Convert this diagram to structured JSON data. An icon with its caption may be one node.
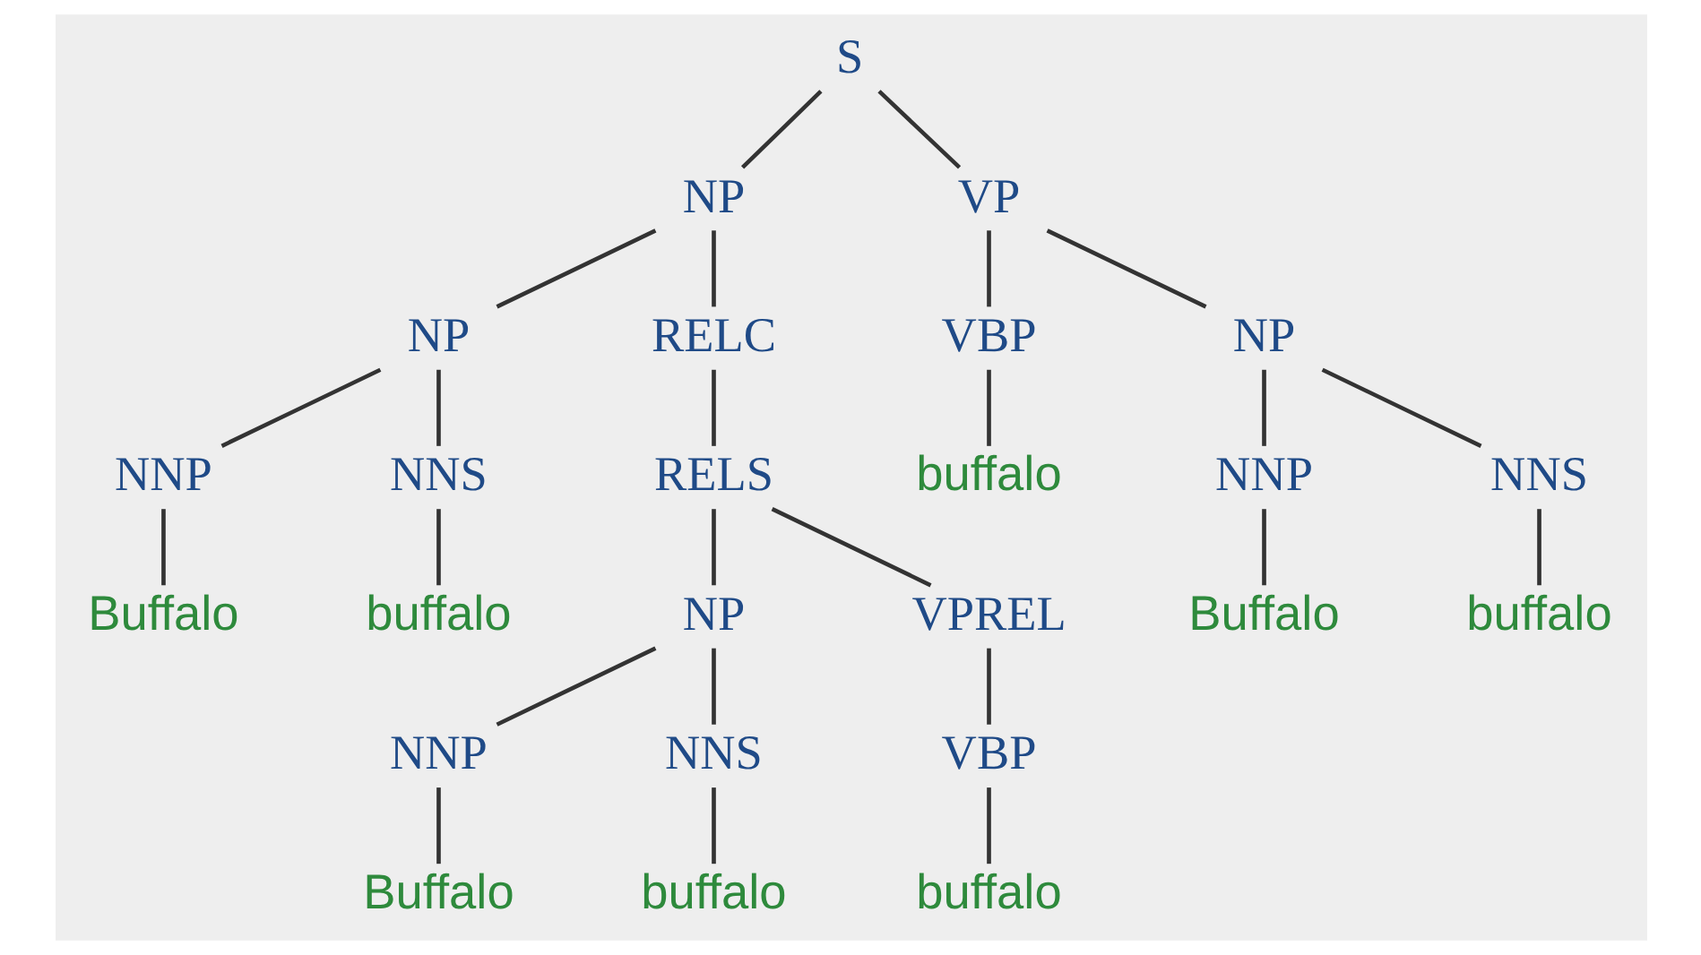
{
  "diagram": {
    "nodes": [
      {
        "text": [
          "S"
        ]
      },
      {
        "text": [
          "NP"
        ]
      },
      {
        "text": [
          "VP"
        ]
      },
      {
        "text": [
          "NP"
        ]
      },
      {
        "text": [
          "RELC"
        ]
      },
      {
        "text": [
          "VBP"
        ]
      },
      {
        "text": [
          "NP"
        ]
      },
      {
        "text": [
          "NNP"
        ]
      },
      {
        "text": [
          "NNS"
        ]
      },
      {
        "text": [
          "RELS"
        ]
      },
      {
        "text": [
          "buffalo"
        ]
      },
      {
        "text": [
          "NNP"
        ]
      },
      {
        "text": [
          "NNS"
        ]
      },
      {
        "text": [
          "Buffalo"
        ]
      },
      {
        "text": [
          "buffalo"
        ]
      },
      {
        "text": [
          "NP"
        ]
      },
      {
        "text": [
          "VPREL"
        ]
      },
      {
        "text": [
          "Buffalo"
        ]
      },
      {
        "text": [
          "buffalo"
        ]
      },
      {
        "text": [
          "NNP"
        ]
      },
      {
        "text": [
          "NNS"
        ]
      },
      {
        "text": [
          "VBP"
        ]
      },
      {
        "text": [
          "Buffalo"
        ]
      },
      {
        "text": [
          "buffalo"
        ]
      },
      {
        "text": [
          "buffalo"
        ]
      }
    ],
    "edges": [
      {
        "from": 0,
        "to": 1,
        "arrow": "none"
      },
      {
        "from": 0,
        "to": 2,
        "arrow": "none"
      },
      {
        "from": 1,
        "to": 3,
        "arrow": "none"
      },
      {
        "from": 1,
        "to": 4,
        "arrow": "none"
      },
      {
        "from": 2,
        "to": 5,
        "arrow": "none"
      },
      {
        "from": 2,
        "to": 6,
        "arrow": "none"
      },
      {
        "from": 3,
        "to": 7,
        "arrow": "none"
      },
      {
        "from": 3,
        "to": 8,
        "arrow": "none"
      },
      {
        "from": 4,
        "to": 9,
        "arrow": "none"
      },
      {
        "from": 5,
        "to": 10,
        "arrow": "none"
      },
      {
        "from": 6,
        "to": 11,
        "arrow": "none"
      },
      {
        "from": 6,
        "to": 12,
        "arrow": "none"
      },
      {
        "from": 7,
        "to": 13,
        "arrow": "none"
      },
      {
        "from": 8,
        "to": 14,
        "arrow": "none"
      },
      {
        "from": 9,
        "to": 15,
        "arrow": "none"
      },
      {
        "from": 9,
        "to": 16,
        "arrow": "none"
      },
      {
        "from": 11,
        "to": 17,
        "arrow": "none"
      },
      {
        "from": 12,
        "to": 18,
        "arrow": "none"
      },
      {
        "from": 15,
        "to": 19,
        "arrow": "none"
      },
      {
        "from": 15,
        "to": 20,
        "arrow": "none"
      },
      {
        "from": 16,
        "to": 21,
        "arrow": "none"
      },
      {
        "from": 19,
        "to": 22,
        "arrow": "none"
      },
      {
        "from": 20,
        "to": 23,
        "arrow": "none"
      },
      {
        "from": 21,
        "to": 24,
        "arrow": "none"
      }
    ]
  }
}
